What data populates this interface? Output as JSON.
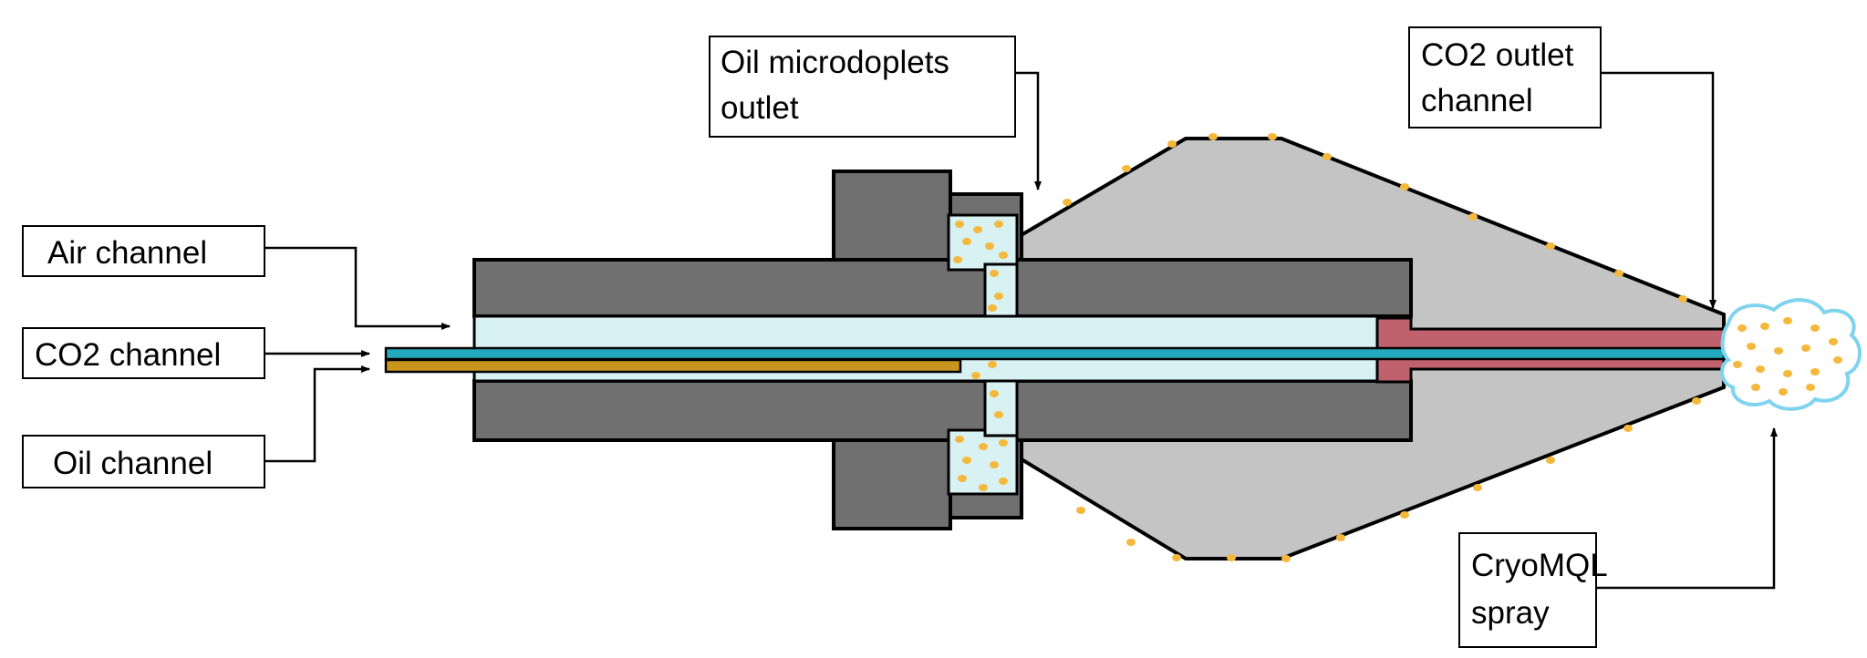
{
  "labels": {
    "air_channel": "Air channel",
    "co2_channel": "CO2 channel",
    "oil_channel": "Oil channel",
    "oil_microdroplets_line1": "Oil microdoplets",
    "oil_microdroplets_line2": "outlet",
    "co2_outlet_line1": "CO2 outlet",
    "co2_outlet_line2": "channel",
    "cryomql_line1": "CryoMQL",
    "cryomql_line2": "spray"
  },
  "colors": {
    "body_dark": "#707070",
    "cone_light": "#c4c4c4",
    "air_fill": "#d8f1f2",
    "co2_tube": "#23a9bb",
    "oil_tube": "#c8961e",
    "co2_outlet": "#c0626e",
    "droplet": "#f4b93c",
    "spray_outline": "#7fd3ef",
    "outline": "#000000"
  }
}
